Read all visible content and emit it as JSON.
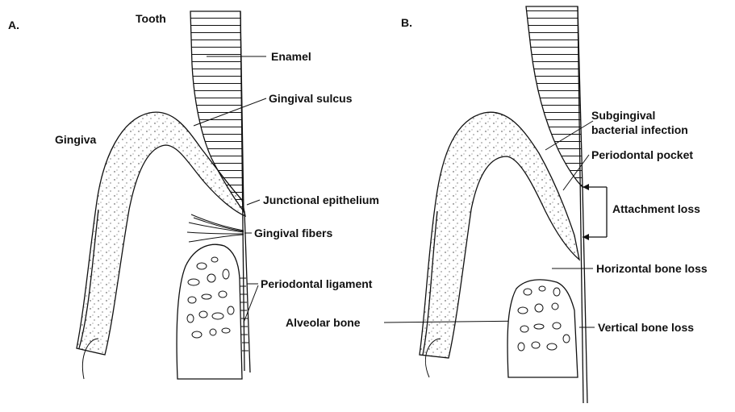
{
  "panel_a": {
    "letter": "A.",
    "labels": {
      "tooth": "Tooth",
      "enamel": "Enamel",
      "gingival_sulcus": "Gingival sulcus",
      "gingiva": "Gingiva",
      "junctional_epithelium": "Junctional epithelium",
      "gingival_fibers": "Gingival fibers",
      "periodontal_ligament": "Periodontal ligament",
      "alveolar_bone": "Alveolar bone"
    }
  },
  "panel_b": {
    "letter": "B.",
    "labels": {
      "subgingival_line1": "Subgingival",
      "subgingival_line2": "bacterial infection",
      "periodontal_pocket": "Periodontal pocket",
      "attachment_loss": "Attachment loss",
      "horizontal_bone_loss": "Horizontal bone loss",
      "vertical_bone_loss": "Vertical bone loss"
    }
  }
}
